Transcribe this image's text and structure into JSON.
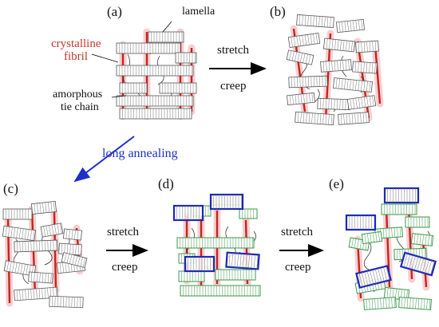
{
  "panels": {
    "a": "(a)",
    "b": "(b)",
    "c": "(c)",
    "d": "(d)",
    "e": "(e)"
  },
  "labels": {
    "lamella": "lamella",
    "crystalline_line1": "crystalline",
    "crystalline_line2": "fibril",
    "amorphous_line1": "amorphous",
    "amorphous_line2": "tie chain"
  },
  "arrows": {
    "top": {
      "line1": "stretch",
      "line2": "creep"
    },
    "annealing": "long annealing",
    "cd": {
      "line1": "stretch",
      "line2": "creep"
    },
    "de": {
      "line1": "stretch",
      "line2": "creep"
    }
  },
  "colors": {
    "fibril_red": "#c8221a",
    "fibril_glow": "#f6cfd2",
    "label_red": "#c0392b",
    "annealing_blue": "#1f2fc8",
    "highlight_blue": "#1a28b8",
    "highlight_green": "#3e9a4a",
    "lamella_stroke": "#555555"
  }
}
